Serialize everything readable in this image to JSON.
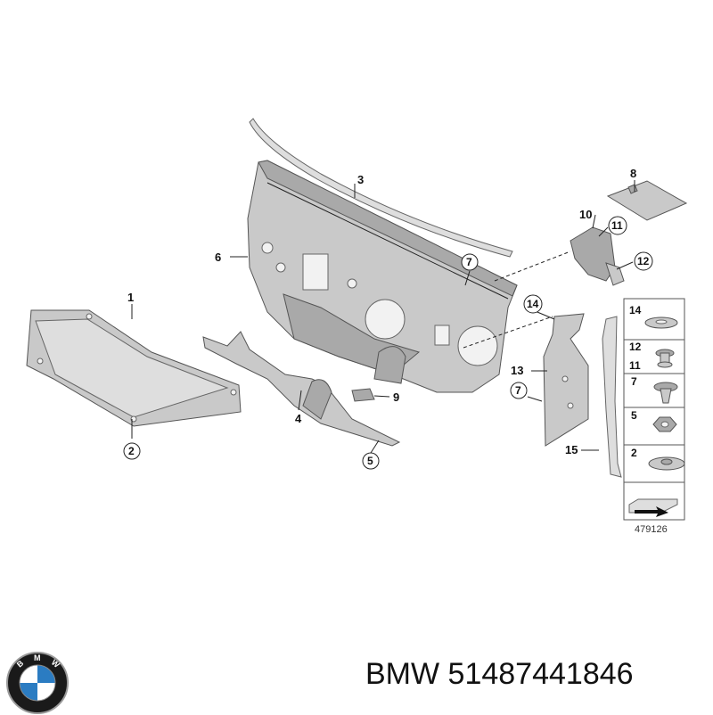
{
  "callouts": {
    "c1": "1",
    "c2": "2",
    "c3": "3",
    "c4": "4",
    "c5": "5",
    "c6": "6",
    "c7a": "7",
    "c7b": "7",
    "c8": "8",
    "c9": "9",
    "c10": "10",
    "c11": "11",
    "c12": "12",
    "c13": "13",
    "c14": "14",
    "c15": "15"
  },
  "legend": {
    "rows": [
      "14",
      "12",
      "11",
      "7",
      "5",
      "2"
    ],
    "diagram_number": "479126"
  },
  "footer": {
    "brand": "BMW",
    "part_number": "51487441846",
    "logo_letters": "BMW"
  },
  "colors": {
    "part_fill": "#c9c9c9",
    "logo_blue": "#2b7cc2",
    "logo_ring": "#1a1a1a"
  }
}
